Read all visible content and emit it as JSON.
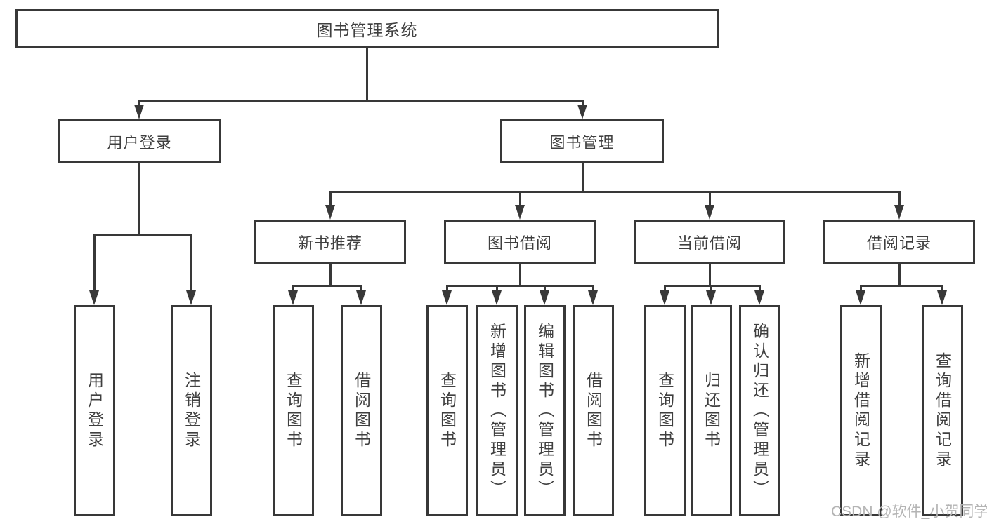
{
  "tree": {
    "root": {
      "label": "图书管理系统"
    },
    "children": [
      {
        "label": "用户登录",
        "children": [
          {
            "label": "用户登录"
          },
          {
            "label": "注销登录"
          }
        ]
      },
      {
        "label": "图书管理",
        "children": [
          {
            "label": "新书推荐",
            "children": [
              {
                "label": "查询图书"
              },
              {
                "label": "借阅图书"
              }
            ]
          },
          {
            "label": "图书借阅",
            "children": [
              {
                "label": "查询图书"
              },
              {
                "label": "新增图书（管理员）"
              },
              {
                "label": "编辑图书（管理员）"
              },
              {
                "label": "借阅图书"
              }
            ]
          },
          {
            "label": "当前借阅",
            "children": [
              {
                "label": "查询图书"
              },
              {
                "label": "归还图书"
              },
              {
                "label": "确认归还（管理员）"
              }
            ]
          },
          {
            "label": "借阅记录",
            "children": [
              {
                "label": "新增借阅记录"
              },
              {
                "label": "查询借阅记录"
              }
            ]
          }
        ]
      }
    ]
  },
  "watermark": {
    "text": "CSDN @软件_小贺同学"
  },
  "colors": {
    "line": "#383838",
    "text": "#3f3f3f",
    "watermark": "#b4b4b4",
    "background": "#ffffff"
  }
}
